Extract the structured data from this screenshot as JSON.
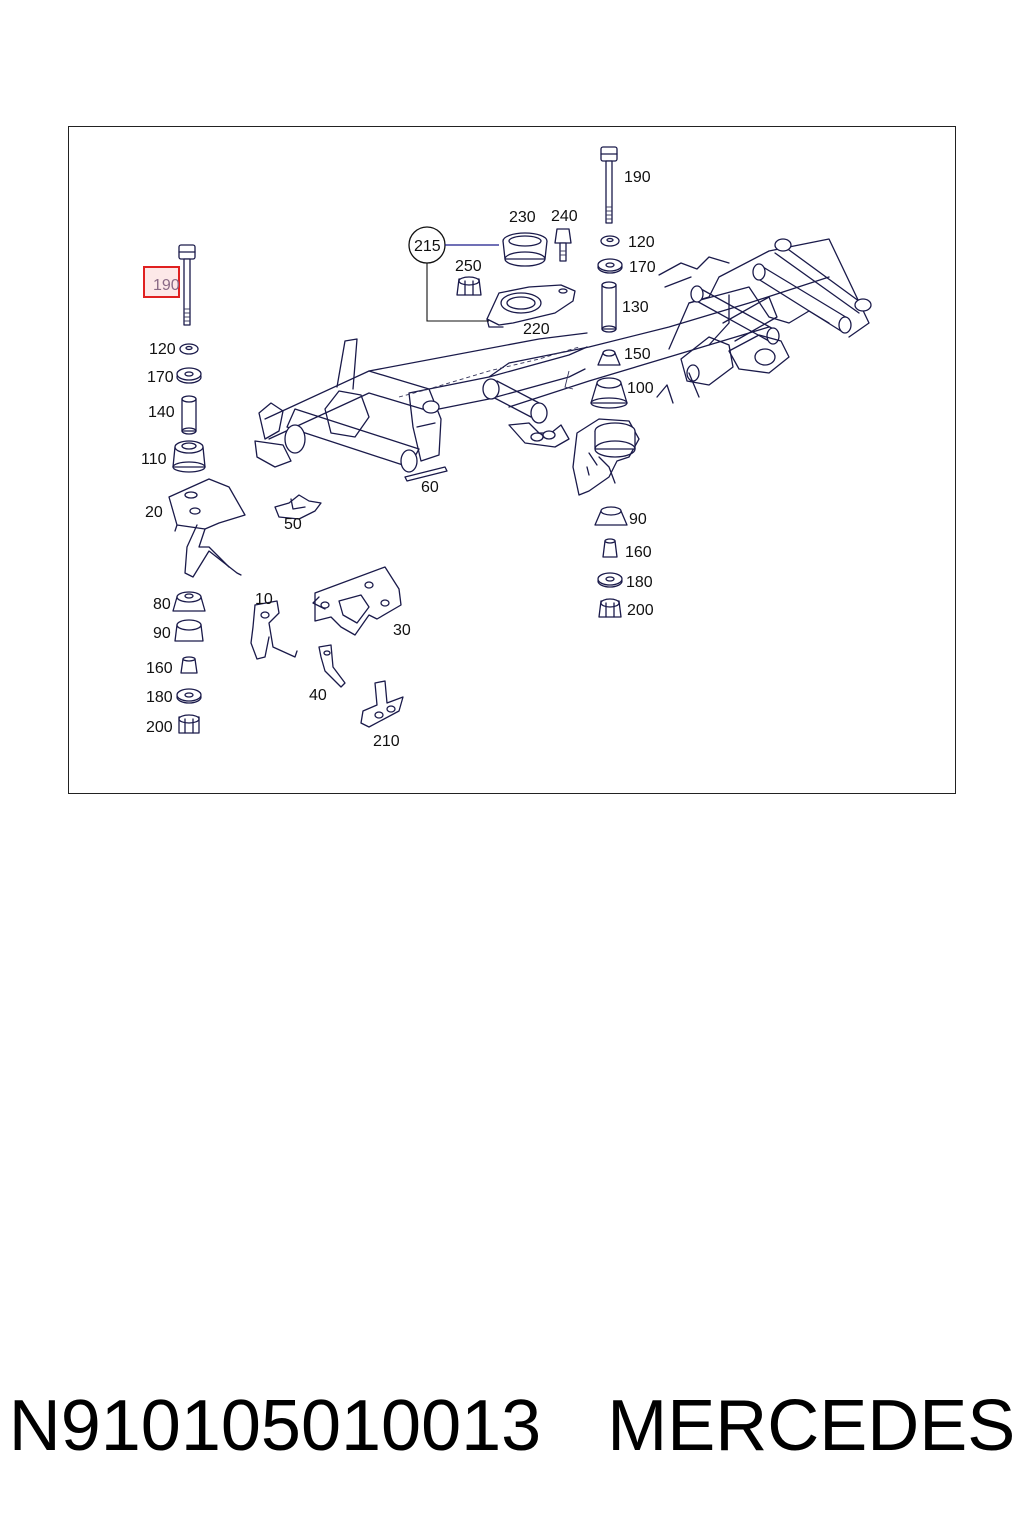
{
  "diagram": {
    "highlight_label": "190",
    "highlight_color": "#e02020",
    "callout_color": "#1a1a8a",
    "labels": {
      "l190_left": "190",
      "l120_left": "120",
      "l170_left": "170",
      "l140": "140",
      "l110": "110",
      "l20": "20",
      "l80": "80",
      "l90_left": "90",
      "l160_left": "160",
      "l180_left": "180",
      "l200_left": "200",
      "l10": "10",
      "l40": "40",
      "l210": "210",
      "l30": "30",
      "l50": "50",
      "l60": "60",
      "l215": "215",
      "l230": "230",
      "l240": "240",
      "l250": "250",
      "l220": "220",
      "l190_right": "190",
      "l120_right": "120",
      "l170_right": "170",
      "l130": "130",
      "l150": "150",
      "l100": "100",
      "l90_right": "90",
      "l160_right": "160",
      "l180_right": "180",
      "l200_right": "200"
    }
  },
  "footer": {
    "part_number": "N910105010013",
    "brand": "MERCEDES"
  }
}
